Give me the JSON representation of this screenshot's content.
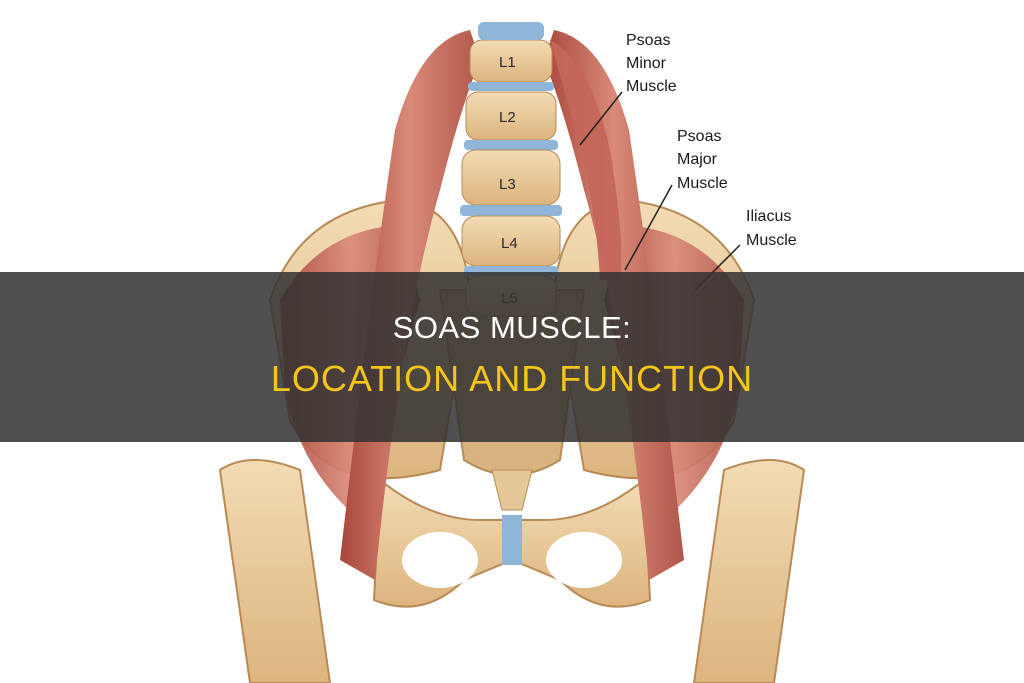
{
  "image": {
    "vertebrae": [
      "L1",
      "L2",
      "L3",
      "L4",
      "L5"
    ],
    "callouts": {
      "psoas_minor": [
        "Psoas",
        "Minor",
        "Muscle"
      ],
      "psoas_major": [
        "Psoas",
        "Major",
        "Muscle"
      ],
      "iliacus": [
        "Iliacus",
        "Muscle"
      ]
    }
  },
  "banner": {
    "line1": "Soas Muscle:",
    "line2": "Location And Function"
  },
  "colors": {
    "bone": "#e9c99a",
    "muscle": "#c96a5c",
    "disc": "#8fb6d8",
    "banner_bg": "#323232",
    "banner_title": "#ffffff",
    "banner_subtitle": "#f5c518"
  }
}
